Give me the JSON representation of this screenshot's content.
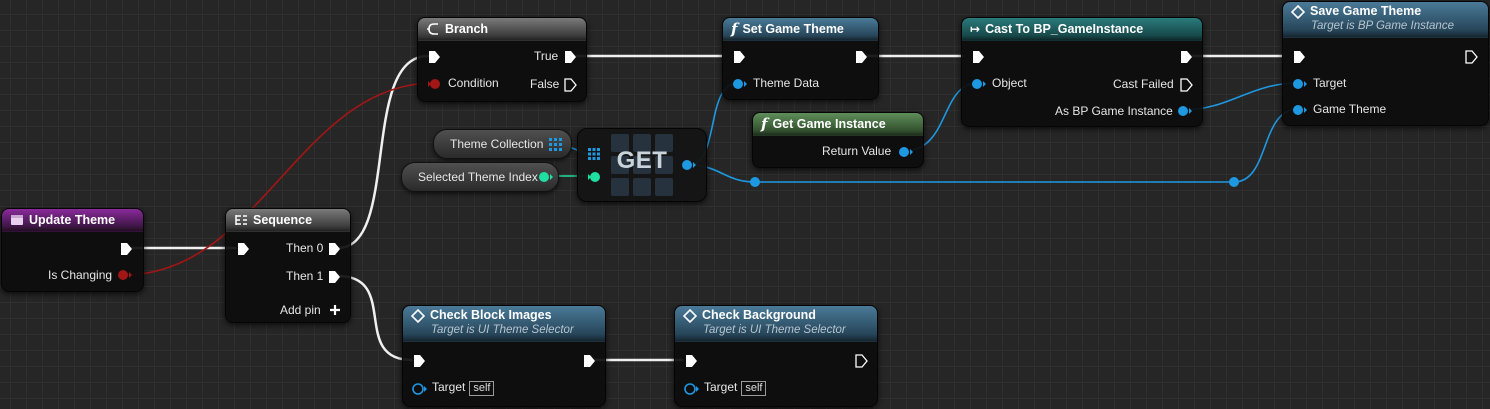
{
  "nodes": {
    "update_theme": {
      "title": "Update Theme",
      "is_changing": "Is Changing"
    },
    "sequence": {
      "title": "Sequence",
      "then0": "Then 0",
      "then1": "Then 1",
      "add_pin": "Add pin"
    },
    "branch": {
      "title": "Branch",
      "true": "True",
      "condition": "Condition",
      "false": "False"
    },
    "theme_collection": {
      "label": "Theme Collection"
    },
    "selected_theme_index": {
      "label": "Selected Theme Index"
    },
    "get": {
      "label": "GET"
    },
    "set_game_theme": {
      "title": "Set Game Theme",
      "theme_data": "Theme Data"
    },
    "get_game_instance": {
      "title": "Get Game Instance",
      "return_value": "Return Value"
    },
    "cast": {
      "title": "Cast To BP_GameInstance",
      "object": "Object",
      "cast_failed": "Cast Failed",
      "as_instance": "As BP Game Instance"
    },
    "save_game_theme": {
      "title": "Save Game Theme",
      "subtitle": "Target is BP Game Instance",
      "target": "Target",
      "game_theme": "Game Theme"
    },
    "check_block_images": {
      "title": "Check Block Images",
      "subtitle": "Target is UI Theme Selector",
      "target": "Target",
      "self": "self"
    },
    "check_background": {
      "title": "Check Background",
      "subtitle": "Target is UI Theme Selector",
      "target": "Target",
      "self": "self"
    }
  },
  "colors": {
    "exec": "#ffffff",
    "bool": "#a11616",
    "object": "#1e98e0",
    "int": "#1fe0a0",
    "event_header": "#8a2a9c",
    "function_header": "#4a7a98",
    "pure_header": "#5f8e5a",
    "cast_header": "#2a7b7c"
  }
}
